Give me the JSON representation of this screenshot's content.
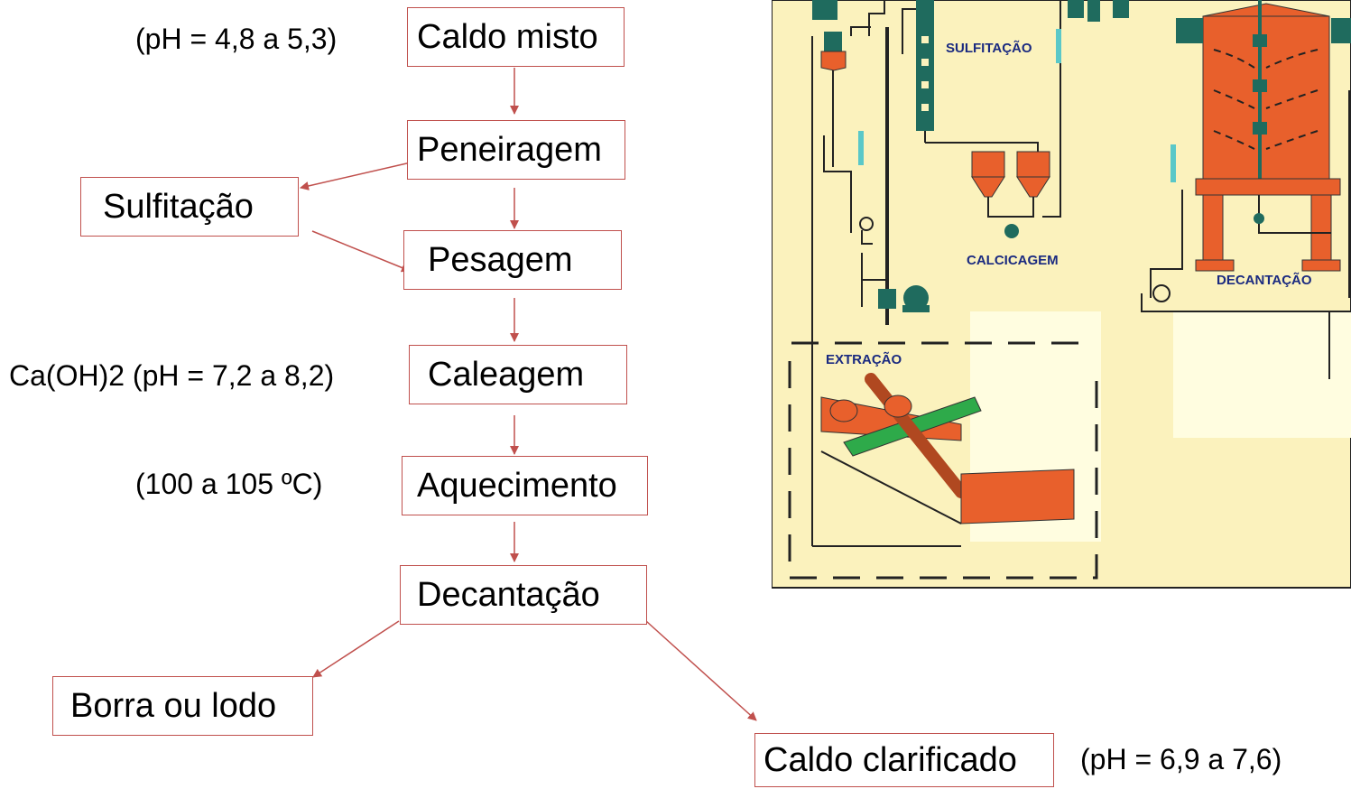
{
  "flow": {
    "caldo_misto": "Caldo misto",
    "peneiragem": "Peneiragem",
    "sulfitacao": "Sulfitação",
    "pesagem": "Pesagem",
    "caleagem": "Caleagem",
    "aquecimento": "Aquecimento",
    "decantacao": "Decantação",
    "borra": "Borra ou lodo",
    "caldo_clarificado": "Caldo clarificado"
  },
  "notes": {
    "ph_caldo_misto": "(pH = 4,8 a 5,3)",
    "caleagem": "Ca(OH)2  (pH = 7,2 a 8,2)",
    "temperatura": "(100 a 105 ºC)",
    "ph_clarificado": "(pH = 6,9 a 7,6)"
  },
  "plant": {
    "sulfitacao": "SULFITAÇÃO",
    "calcicagem": "CALCICAGEM",
    "decantacao": "DECANTAÇÃO",
    "extracao": "EXTRAÇÃO"
  },
  "colors": {
    "box_border": "#c0504d",
    "arrow": "#c0504d",
    "plant_background": "#fbf2bd",
    "equipment_orange": "#e8602c",
    "pipe_teal": "#1f6b5e",
    "label_blue": "#1a2a80"
  }
}
